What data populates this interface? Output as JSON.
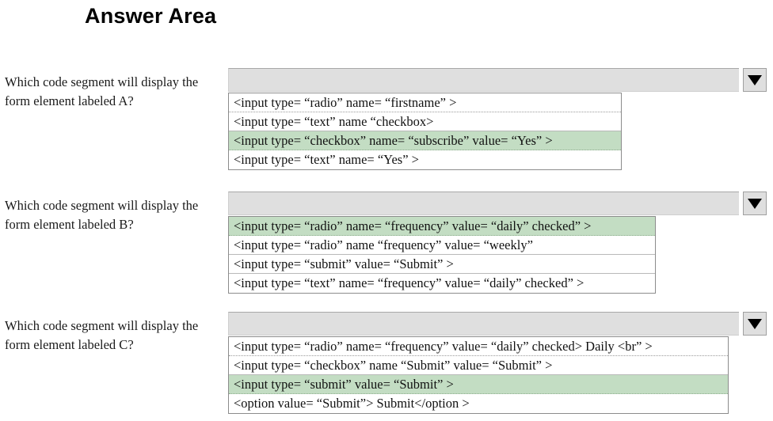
{
  "page": {
    "title": "Answer Area"
  },
  "icons": {
    "dropdown_arrow": "chevron-down-icon"
  },
  "colors": {
    "selected_option_bg": "#c3ddc3",
    "dropdown_bar_bg": "#dfdfdf",
    "list_border": "#8c8c8c",
    "text": "#111111"
  },
  "questions": [
    {
      "label": "Which code segment will display the form element labeled A?",
      "selected_value": "",
      "list_width": 497,
      "options": [
        {
          "text": "<input type= “radio” name= “firstname” >",
          "selected": false,
          "dotted": true
        },
        {
          "text": "<input type= “text” name “checkbox>",
          "selected": false,
          "dotted": false
        },
        {
          "text": "<input type= “checkbox” name= “subscribe” value= “Yes” >",
          "selected": true,
          "dotted": true
        },
        {
          "text": "<input type= “text” name= “Yes” >",
          "selected": false,
          "dotted": false
        }
      ]
    },
    {
      "label": "Which code segment will display the form element labeled B?",
      "selected_value": "",
      "list_width": 540,
      "options": [
        {
          "text": "<input type= “radio” name= “frequency” value= “daily” checked” >",
          "selected": true,
          "dotted": true
        },
        {
          "text": "<input type= “radio” name “frequency” value= “weekly”",
          "selected": false,
          "dotted": false
        },
        {
          "text": "<input type= “submit” value= “Submit” >",
          "selected": false,
          "dotted": false
        },
        {
          "text": "<input type= “text” name= “frequency” value= “daily” checked” >",
          "selected": false,
          "dotted": false
        }
      ]
    },
    {
      "label": "Which code segment will display the form element labeled C?",
      "selected_value": "",
      "list_width": 632,
      "options": [
        {
          "text": "<input type= “radio” name= “frequency” value= “daily” checked> Daily <br” >",
          "selected": false,
          "dotted": true
        },
        {
          "text": "<input type= “checkbox” name “Submit” value= “Submit” >",
          "selected": false,
          "dotted": false
        },
        {
          "text": "<input type= “submit” value= “Submit” >",
          "selected": true,
          "dotted": false
        },
        {
          "text": "<option value= “Submit”> Submit</option >",
          "selected": false,
          "dotted": false
        }
      ]
    }
  ]
}
